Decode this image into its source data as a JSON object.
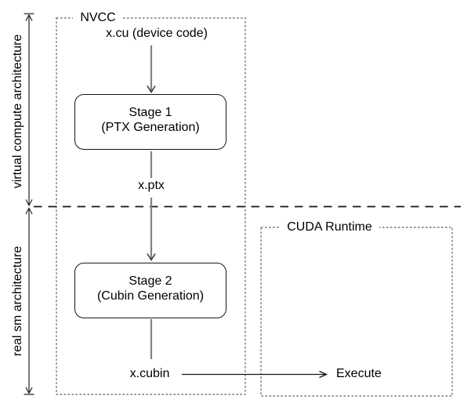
{
  "diagram": {
    "title_context": "NVCC CUDA compilation flow",
    "colors": {
      "line_black": "#161616",
      "flow_gray": "#818181",
      "flow_head_gray": "#3c3c3c",
      "container_border_gray": "#8f8f8f",
      "text": "#000000",
      "background": "#ffffff"
    },
    "axis_labels": {
      "top": "virtual compute architecture",
      "bottom": "real sm architecture"
    },
    "containers": {
      "nvcc": {
        "label": "NVCC"
      },
      "cuda_runtime": {
        "label": "CUDA Runtime"
      }
    },
    "nodes": {
      "input": {
        "label": "x.cu (device code)"
      },
      "stage1": {
        "title": "Stage 1",
        "subtitle": "(PTX Generation)"
      },
      "ptx": {
        "label": "x.ptx"
      },
      "stage2": {
        "title": "Stage 2",
        "subtitle": "(Cubin Generation)"
      },
      "cubin": {
        "label": "x.cubin"
      },
      "execute": {
        "label": "Execute"
      }
    }
  }
}
